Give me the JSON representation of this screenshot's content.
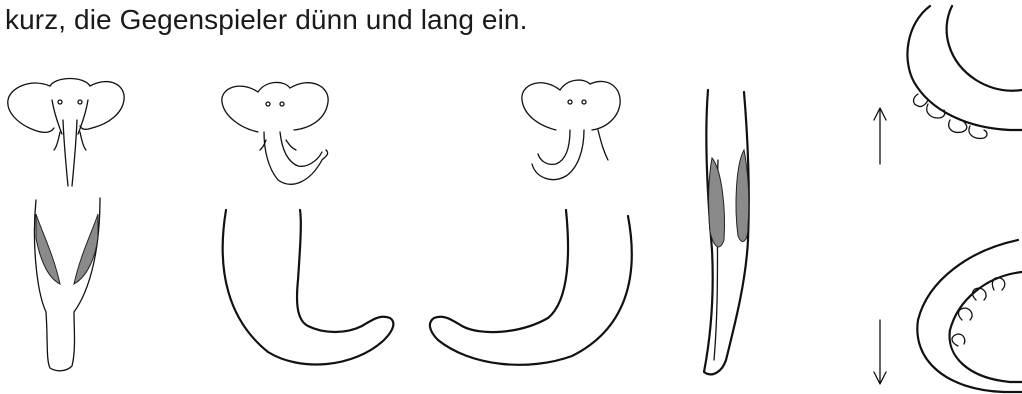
{
  "caption": {
    "text": "kurz, die Gegenspieler dünn und lang ein."
  },
  "figures": [
    {
      "name": "elephant-head-front",
      "muscle_color": "#8a8a8a"
    },
    {
      "name": "elephant-head-trunk-curled-right"
    },
    {
      "name": "elephant-head-trunk-curled-left"
    },
    {
      "name": "trunk-side-section",
      "muscle_color": "#8a8a8a"
    },
    {
      "name": "trunk-ring-muscles"
    }
  ]
}
